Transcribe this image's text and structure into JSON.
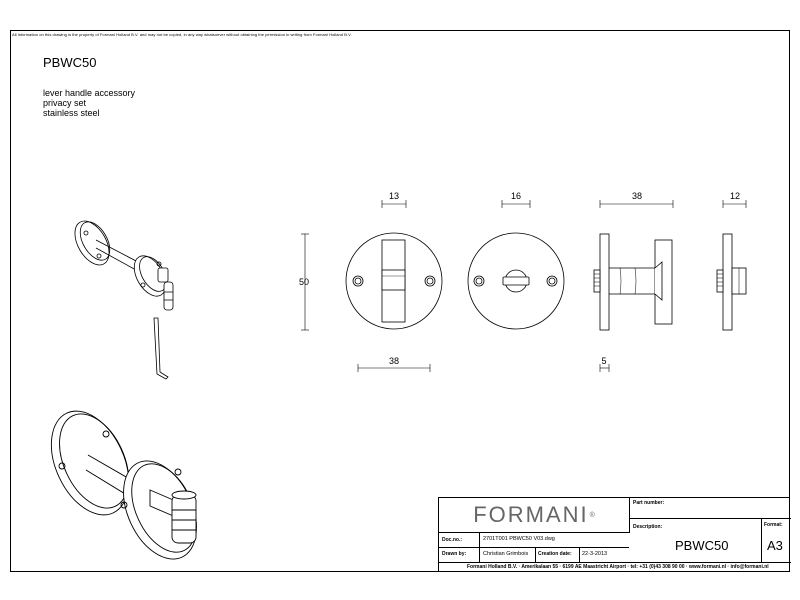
{
  "notice": "All information on this drawing is the property of Formani Holland B.V. and may not be copied, in any way whatsoever without obtaining the permission in writing from Formani Holland B.V.",
  "product": {
    "code": "PBWC50",
    "lines": [
      "lever handle accessory",
      "privacy set",
      "stainless steel"
    ]
  },
  "dimensions": {
    "d13": "13",
    "d16": "16",
    "d38_top": "38",
    "d12": "12",
    "d50": "50",
    "d38_bottom": "38",
    "d5": "5"
  },
  "title_block": {
    "logo": "FORMANI",
    "logo_mark": "®",
    "part_number_label": "Part number:",
    "description_label": "Description:",
    "description_value": "PBWC50",
    "format_label": "Format:",
    "format_value": "A3",
    "doc_label": "Doc.no.:",
    "doc_value": "2701T001 PBWC50 V03.dwg",
    "drawn_label": "Drawn by:",
    "drawn_value": "Christian Grimbois",
    "created_label": "Creation date:",
    "created_value": "22-3-2013",
    "footer": "Formani Holland B.V.  ·  Amerikalaan 55  ·  6199 AE Maastricht Airport  ·  tel: +31 (0)43 308 90 00  ·  www.formani.nl  ·  info@formani.nl"
  }
}
